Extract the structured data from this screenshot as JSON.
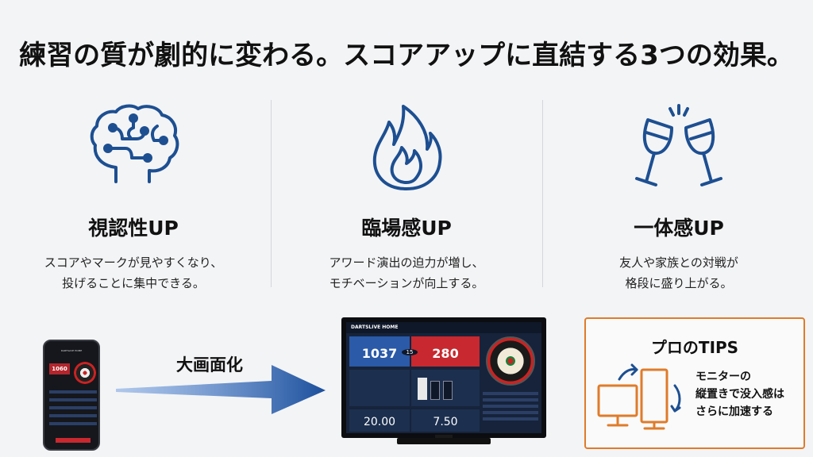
{
  "headline": "練習の質が劇的に変わる。スコアアップに直結する3つの効果。",
  "features": [
    {
      "icon": "brain-icon",
      "title": "視認性UP",
      "desc_line1": "スコアやマークが見やすくなり、",
      "desc_line2": "投げることに集中できる。"
    },
    {
      "icon": "flame-icon",
      "title": "臨場感UP",
      "desc_line1": "アワード演出の迫力が増し、",
      "desc_line2": "モチベーションが向上する。"
    },
    {
      "icon": "champagne-toast-icon",
      "title": "一体感UP",
      "desc_line1": "友人や家族との対戦が",
      "desc_line2": "格段に盛り上がる。"
    }
  ],
  "arrow_label": "大画面化",
  "phone": {
    "app_title": "DARTSLIVE HOME",
    "score": "1060"
  },
  "tv": {
    "brand": "DARTSLIVE HOME",
    "player1_score": "1037",
    "player2_score": "280",
    "round": "15",
    "stat_left": "20.00",
    "stat_right": "7.50"
  },
  "tips": {
    "title": "プロのTIPS",
    "line1": "モニターの",
    "line2": "縦置きで没入感は",
    "line3": "さらに加速する"
  },
  "colors": {
    "icon_blue": "#1d4f91",
    "arrow_blue": "#1c4f9c",
    "tips_border": "#e07b29",
    "tv_red": "#c8282f",
    "tv_blue": "#2a5aa8"
  }
}
